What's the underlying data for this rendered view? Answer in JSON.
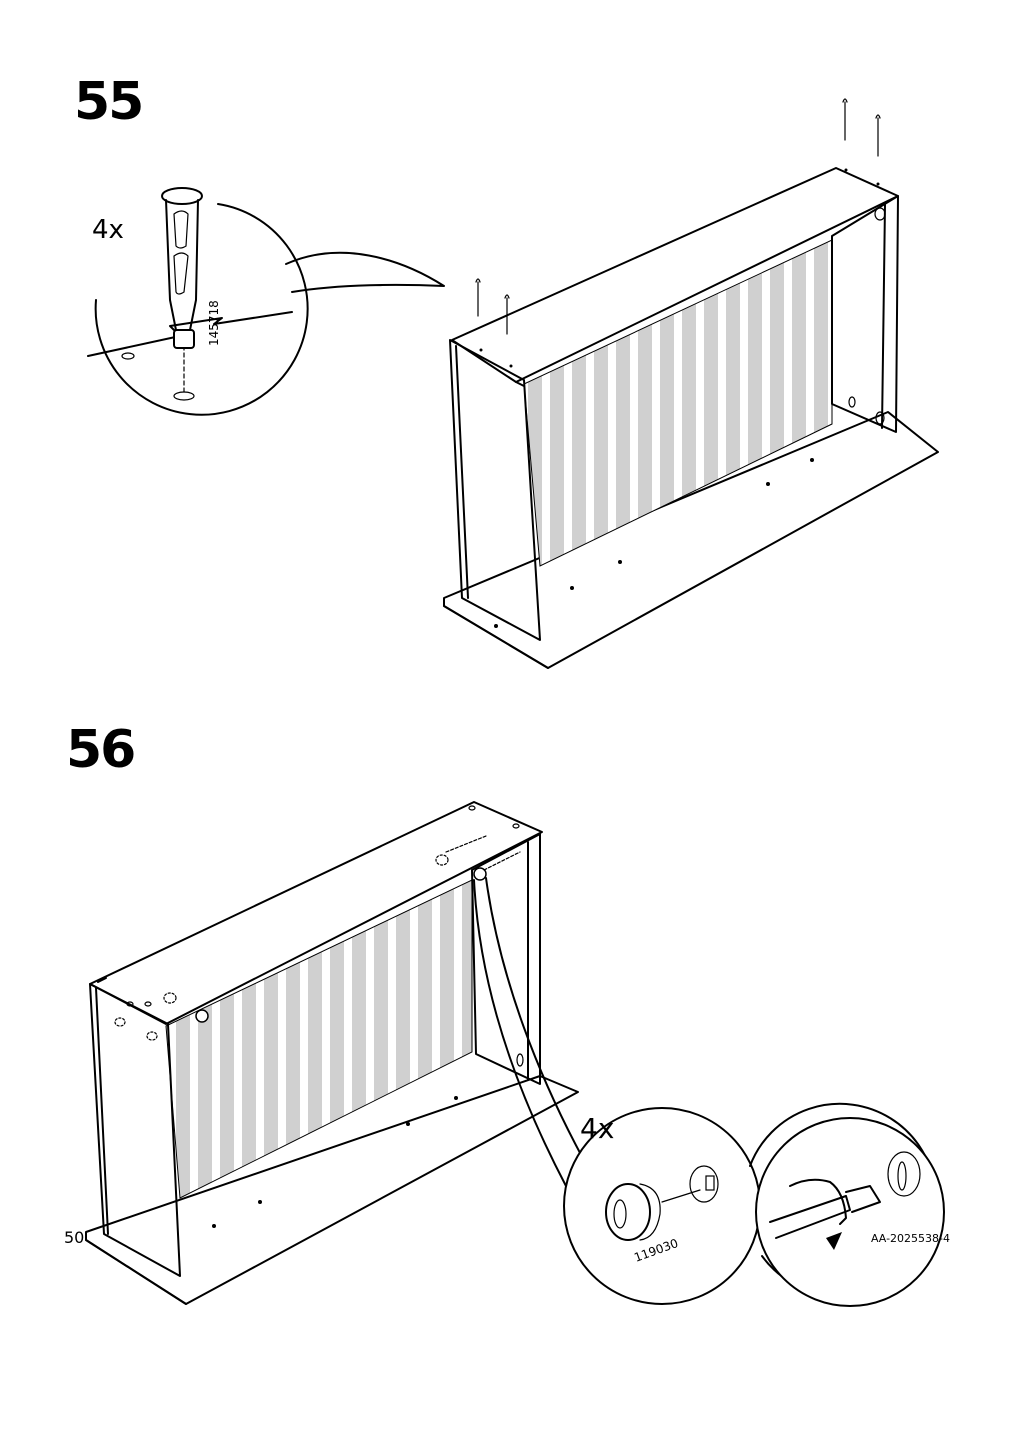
{
  "page": {
    "page_number": "50",
    "document_code": "AA-2025538-4"
  },
  "steps": [
    {
      "number": "55",
      "callout": {
        "quantity": "4x",
        "part_number": "145718"
      }
    },
    {
      "number": "56",
      "callout": {
        "quantity": "4x",
        "part_number": "119030"
      }
    }
  ]
}
